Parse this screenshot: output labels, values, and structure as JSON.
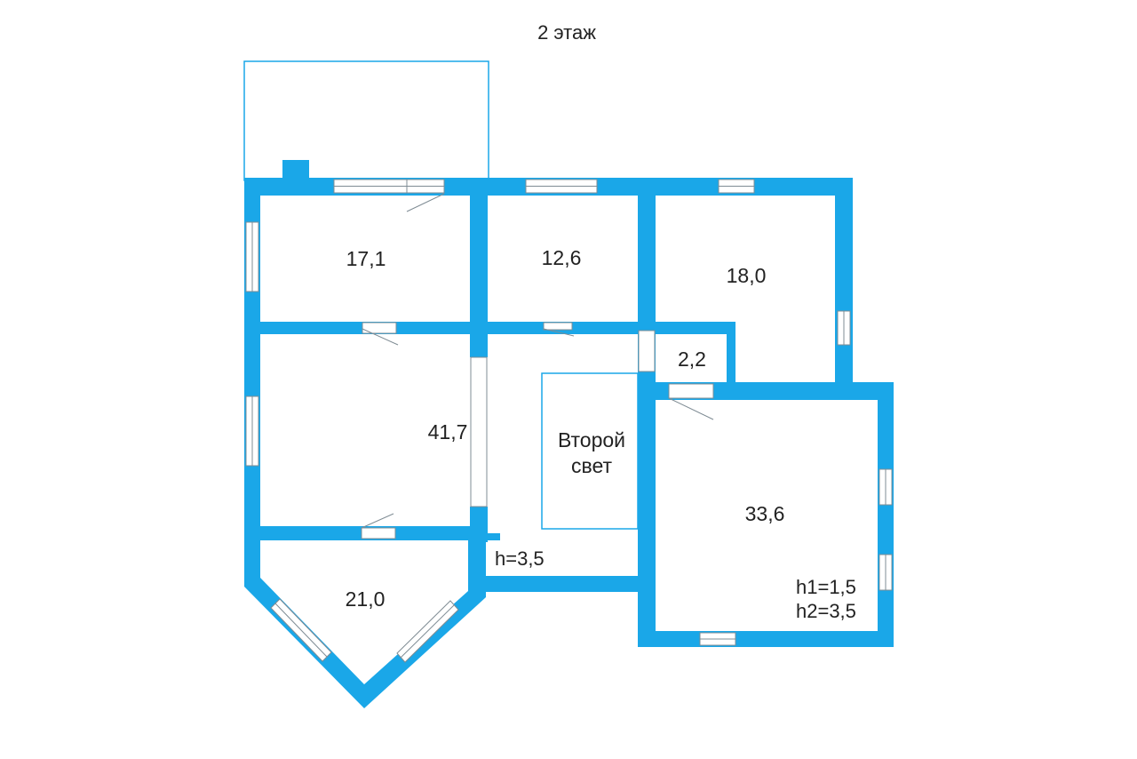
{
  "title": "2 этаж",
  "colors": {
    "wall": "#1aa7e8",
    "window_fill": "#ffffff",
    "window_stroke": "#7f8c94",
    "balcony": "#1aa7e8",
    "text": "#222222"
  },
  "rooms": [
    {
      "id": "room-17-1",
      "area": "17,1"
    },
    {
      "id": "room-12-6",
      "area": "12,6"
    },
    {
      "id": "room-18-0",
      "area": "18,0"
    },
    {
      "id": "room-2-2",
      "area": "2,2"
    },
    {
      "id": "room-41-7",
      "area": "41,7"
    },
    {
      "id": "room-33-6",
      "area": "33,6"
    },
    {
      "id": "room-21-0",
      "area": "21,0"
    }
  ],
  "second_light": {
    "line1": "Второй",
    "line2": "свет"
  },
  "heights": {
    "hall": "h=3,5",
    "room_h1": "h1=1,5",
    "room_h2": "h2=3,5"
  }
}
